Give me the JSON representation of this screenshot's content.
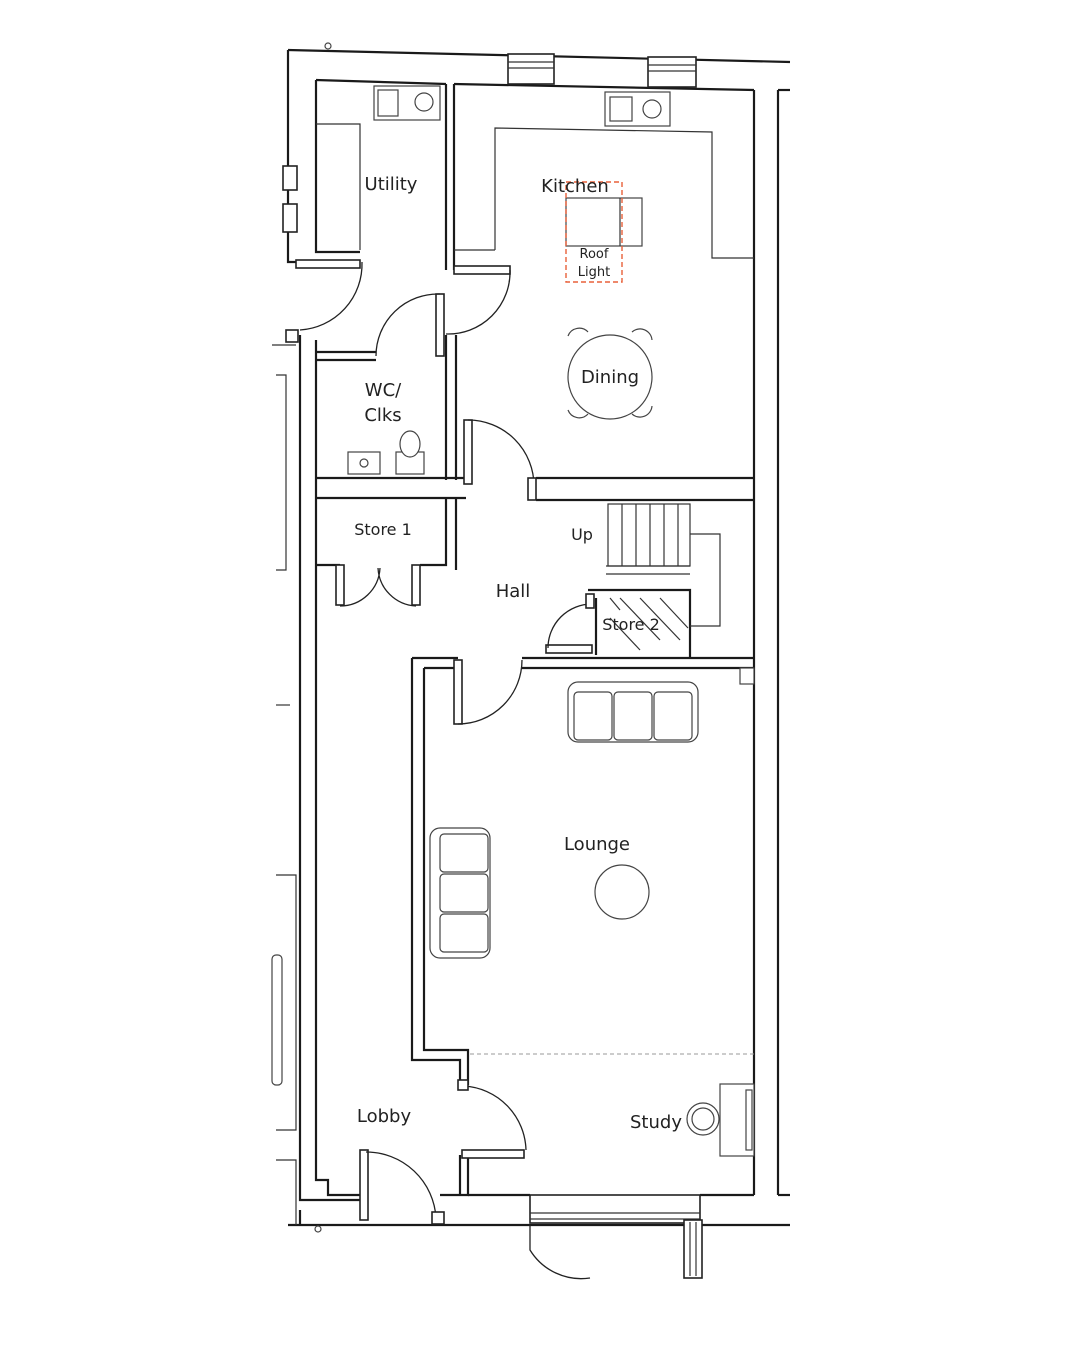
{
  "rooms": {
    "utility": "Utility",
    "kitchen": "Kitchen",
    "roof_light_1": "Roof",
    "roof_light_2": "Light",
    "dining": "Dining",
    "wc_1": "WC/",
    "wc_2": "Clks",
    "store1": "Store 1",
    "up": "Up",
    "hall": "Hall",
    "store2": "Store 2",
    "lounge": "Lounge",
    "lobby": "Lobby",
    "study": "Study"
  },
  "colors": {
    "walls": "#1a1a1a",
    "roof_light": "#e8603a"
  }
}
